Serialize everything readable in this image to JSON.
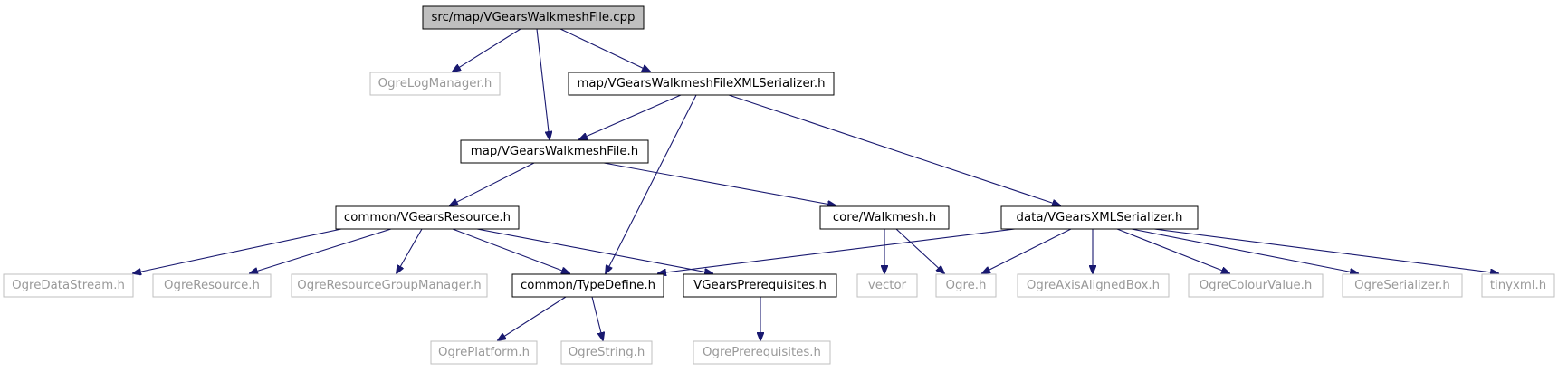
{
  "nodes": [
    {
      "id": "root",
      "label": "src/map/VGearsWalkmeshFile.cpp",
      "kind": "root"
    },
    {
      "id": "olm",
      "label": "OgreLogManager.h",
      "kind": "ext"
    },
    {
      "id": "xmls",
      "label": "map/VGearsWalkmeshFileXMLSerializer.h",
      "kind": "int"
    },
    {
      "id": "wmf",
      "label": "map/VGearsWalkmeshFile.h",
      "kind": "int"
    },
    {
      "id": "res",
      "label": "common/VGearsResource.h",
      "kind": "int"
    },
    {
      "id": "walk",
      "label": "core/Walkmesh.h",
      "kind": "int"
    },
    {
      "id": "dxml",
      "label": "data/VGearsXMLSerializer.h",
      "kind": "int"
    },
    {
      "id": "ods",
      "label": "OgreDataStream.h",
      "kind": "ext"
    },
    {
      "id": "ores",
      "label": "OgreResource.h",
      "kind": "ext"
    },
    {
      "id": "orgm",
      "label": "OgreResourceGroupManager.h",
      "kind": "ext"
    },
    {
      "id": "td",
      "label": "common/TypeDefine.h",
      "kind": "int"
    },
    {
      "id": "vgp",
      "label": "VGearsPrerequisites.h",
      "kind": "int"
    },
    {
      "id": "vec",
      "label": "vector",
      "kind": "ext"
    },
    {
      "id": "ogre",
      "label": "Ogre.h",
      "kind": "ext"
    },
    {
      "id": "oaab",
      "label": "OgreAxisAlignedBox.h",
      "kind": "ext"
    },
    {
      "id": "ocv",
      "label": "OgreColourValue.h",
      "kind": "ext"
    },
    {
      "id": "oser",
      "label": "OgreSerializer.h",
      "kind": "ext"
    },
    {
      "id": "txml",
      "label": "tinyxml.h",
      "kind": "ext"
    },
    {
      "id": "oplat",
      "label": "OgrePlatform.h",
      "kind": "ext"
    },
    {
      "id": "ostr",
      "label": "OgreString.h",
      "kind": "ext"
    },
    {
      "id": "opre",
      "label": "OgrePrerequisites.h",
      "kind": "ext"
    }
  ],
  "edges": [
    [
      "root",
      "olm"
    ],
    [
      "root",
      "wmf"
    ],
    [
      "root",
      "xmls"
    ],
    [
      "xmls",
      "wmf"
    ],
    [
      "xmls",
      "td"
    ],
    [
      "xmls",
      "dxml"
    ],
    [
      "wmf",
      "res"
    ],
    [
      "wmf",
      "walk"
    ],
    [
      "res",
      "ods"
    ],
    [
      "res",
      "ores"
    ],
    [
      "res",
      "orgm"
    ],
    [
      "res",
      "td"
    ],
    [
      "res",
      "vgp"
    ],
    [
      "walk",
      "vec"
    ],
    [
      "walk",
      "ogre"
    ],
    [
      "dxml",
      "td"
    ],
    [
      "dxml",
      "ogre"
    ],
    [
      "dxml",
      "oaab"
    ],
    [
      "dxml",
      "ocv"
    ],
    [
      "dxml",
      "oser"
    ],
    [
      "dxml",
      "txml"
    ],
    [
      "td",
      "oplat"
    ],
    [
      "td",
      "ostr"
    ],
    [
      "vgp",
      "opre"
    ]
  ],
  "colors": {
    "edge": "#191970",
    "external_node_border": "#bfbfbf",
    "root_fill": "#bfbfbf"
  }
}
